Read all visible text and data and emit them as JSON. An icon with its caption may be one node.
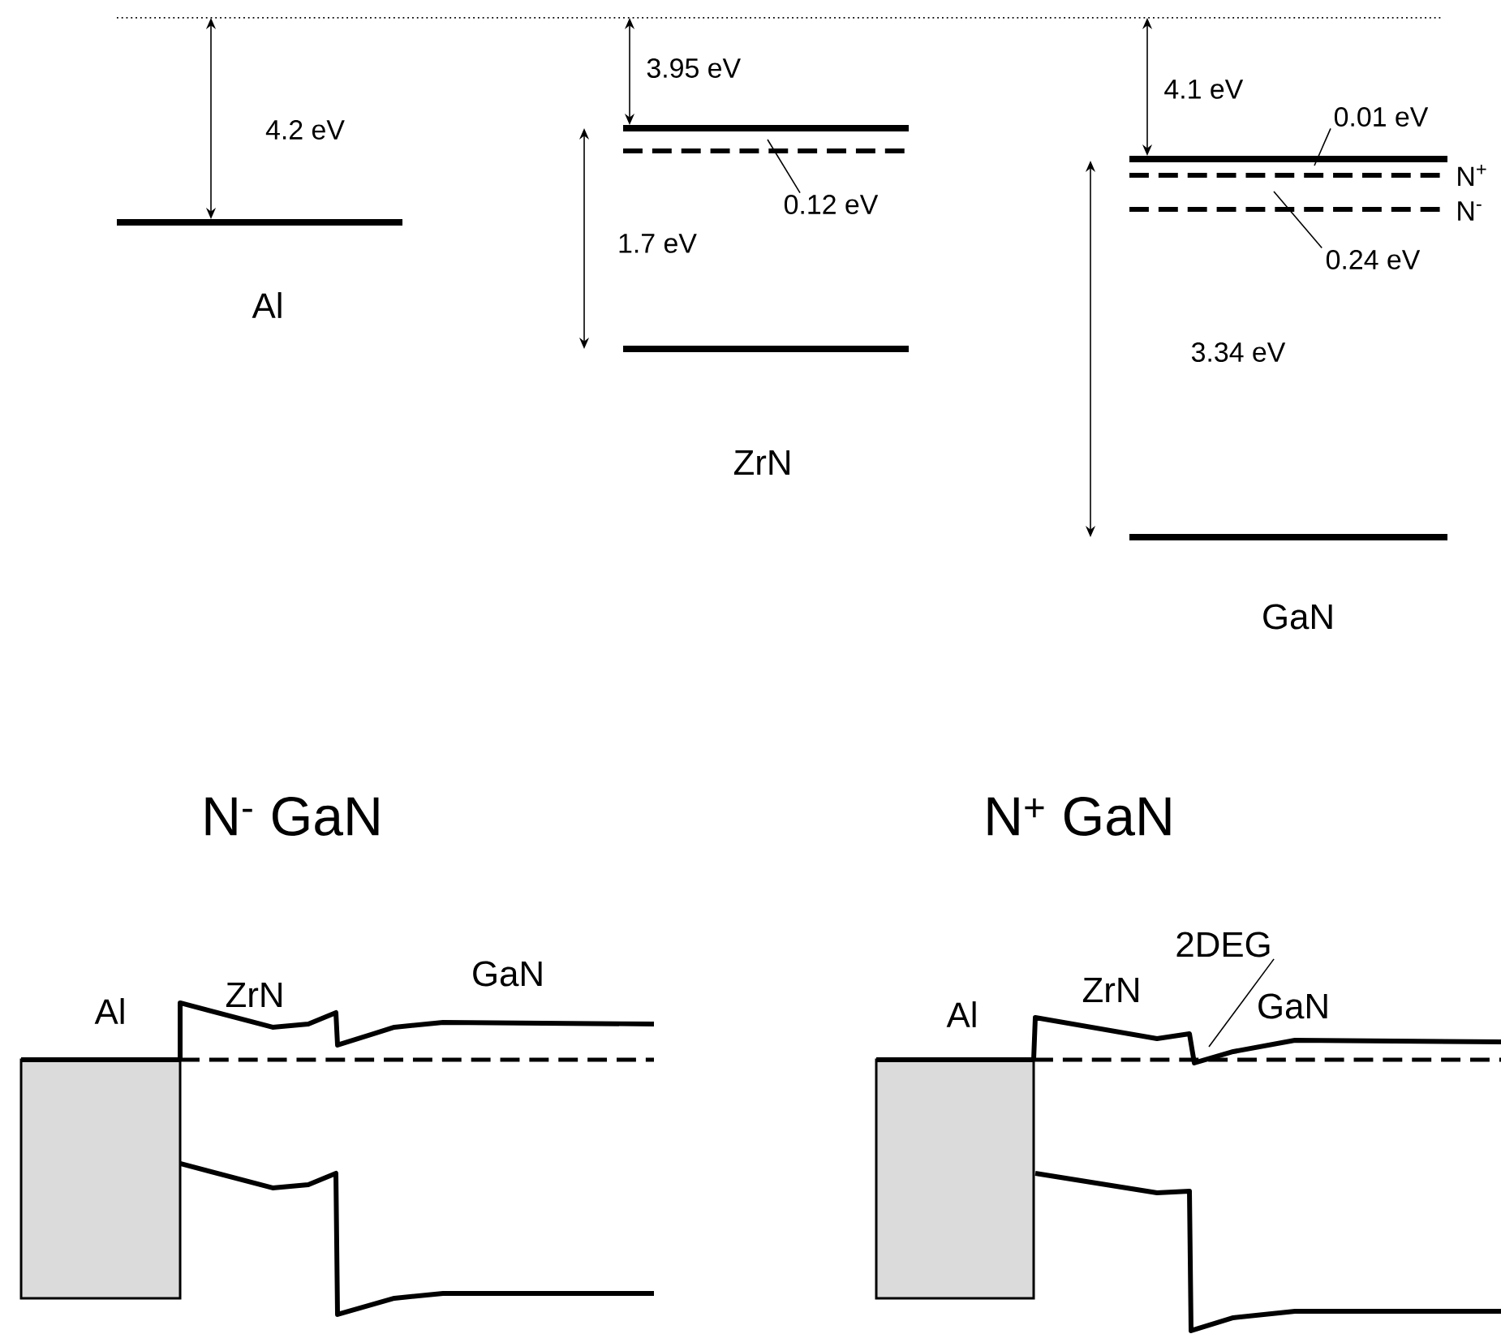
{
  "diagram": {
    "nodes": [
      {
        "text": [
          "0.12 eV"
        ]
      },
      {
        "text": [
          "0.01 eV"
        ]
      },
      {
        "text": [
          "0.24 eV"
        ]
      },
      {
        "text": [
          "2DEG"
        ]
      }
    ],
    "edges": [
      {
        "from": 0,
        "to": null,
        "arrow": "none"
      },
      {
        "from": 1,
        "to": null,
        "arrow": "none"
      },
      {
        "from": 2,
        "to": null,
        "arrow": "none"
      },
      {
        "from": 3,
        "to": null,
        "arrow": "none"
      }
    ],
    "labels": [
      "4.2 eV",
      "Al",
      "3.95 eV",
      "1.7 eV",
      "ZrN",
      "4.1 eV",
      "N$^{+}$",
      "N$^{-}$",
      "3.34 eV",
      "GaN",
      "N$^{-}$ GaN",
      "N$^{+}$ GaN",
      "Al",
      "ZrN",
      "GaN",
      "Al",
      "ZrN",
      "GaN"
    ]
  }
}
